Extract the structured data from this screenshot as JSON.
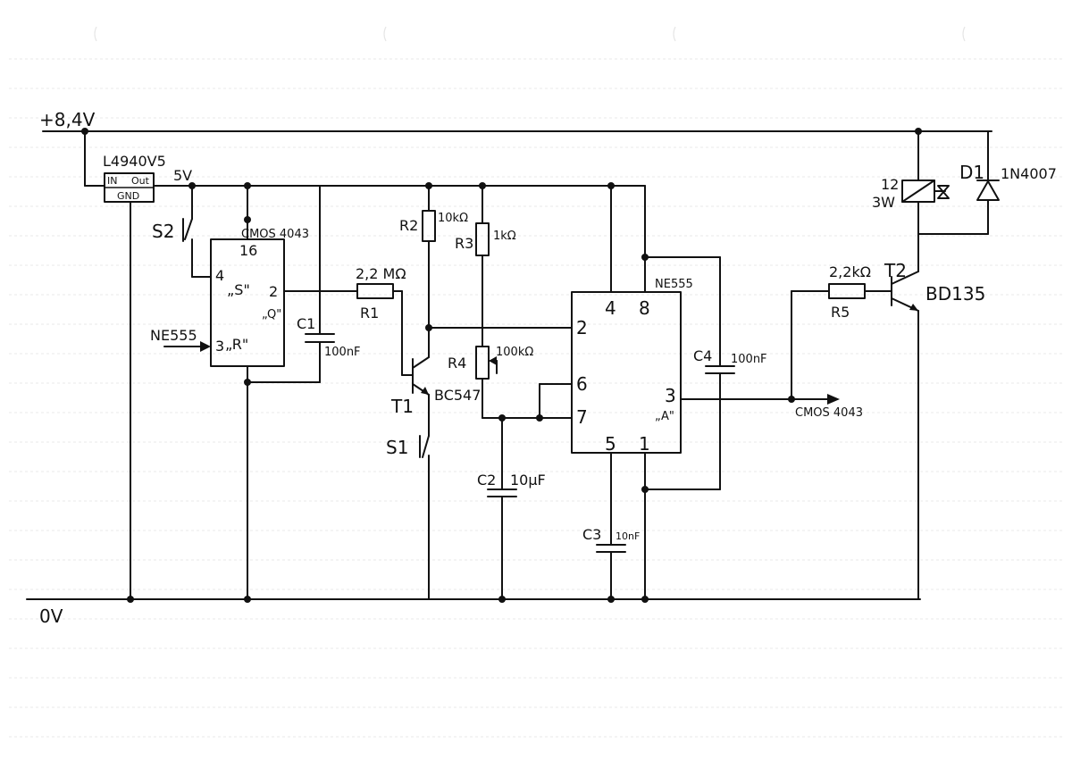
{
  "rails": {
    "supply": "+8,4V",
    "ground": "0V",
    "five_volt": "5V"
  },
  "regulator": {
    "part": "L4940V5",
    "pin_in": "IN",
    "pin_out": "Out",
    "pin_gnd": "GND"
  },
  "latch": {
    "part": "CMOS 4043",
    "pin16": "16",
    "pin4": "4",
    "pin4_name": "„S\"",
    "pin2": "2",
    "pin2_name": "„Q\"",
    "pin3": "3",
    "pin3_name": "„R\""
  },
  "timer": {
    "part": "NE555",
    "pin4": "4",
    "pin8": "8",
    "pin2": "2",
    "pin6": "6",
    "pin7": "7",
    "pin3": "3",
    "pin3_name": "„A\"",
    "pin5": "5",
    "pin1": "1"
  },
  "inputs": {
    "ne555_in": "NE555",
    "cmos_out": "CMOS 4043"
  },
  "components": {
    "s1": "S1",
    "s2": "S2",
    "c1_name": "C1",
    "c1_value": "100nF",
    "r1_value": "2,2 MΩ",
    "r1_name": "R1",
    "r2_name": "R2",
    "r2_value": "10kΩ",
    "r3_name": "R3",
    "r3_value": "1kΩ",
    "r4_name": "R4",
    "r4_value": "100kΩ",
    "t1_name": "T1",
    "t1_part": "BC547",
    "c2_name": "C2",
    "c2_value": "10µF",
    "c3_name": "C3",
    "c3_value": "10nF",
    "c4_name": "C4",
    "c4_value": "100nF",
    "r5_value": "2,2kΩ",
    "r5_name": "R5",
    "t2_name": "T2",
    "t2_part": "BD135",
    "relay_v": "12",
    "relay_w": "3W",
    "d1_name": "D1",
    "d1_part": "1N4007"
  },
  "colors": {
    "ink": "#111111",
    "paper": "#ffffff",
    "rule_lines": "#e9e9e9"
  }
}
